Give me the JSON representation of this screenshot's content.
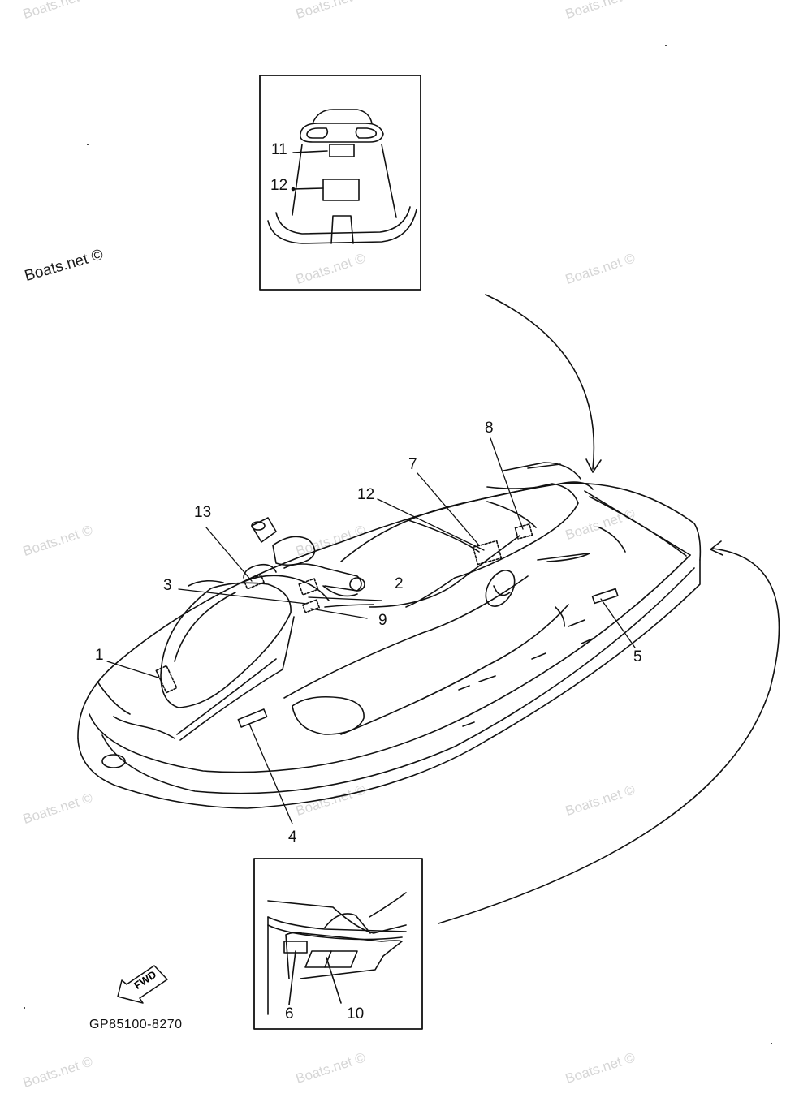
{
  "watermark": "Boats.net ©",
  "diagram_code": "GP85100-8270",
  "fwd_label": "FWD",
  "callouts": {
    "c1": "1",
    "c2": "2",
    "c3": "3",
    "c4": "4",
    "c5": "5",
    "c6": "6",
    "c7": "7",
    "c8": "8",
    "c9": "9",
    "c10": "10",
    "c11": "11",
    "c12_top": "12",
    "c12_main": "12",
    "c13": "13"
  }
}
